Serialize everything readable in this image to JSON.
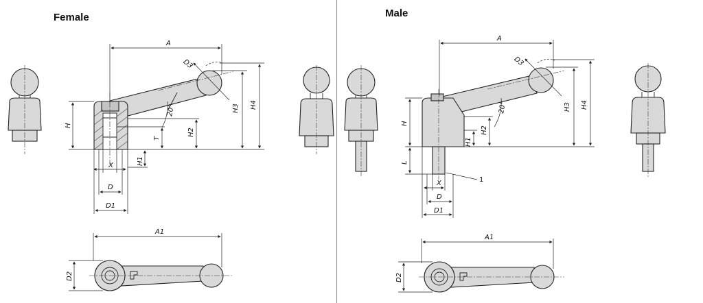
{
  "titles": {
    "female": "Female",
    "male": "Male"
  },
  "labels": {
    "A": "A",
    "A1": "A1",
    "D": "D",
    "D1": "D1",
    "D2": "D2",
    "D3": "D3",
    "H": "H",
    "H1": "H1",
    "H2": "H2",
    "H3": "H3",
    "H4": "H4",
    "T": "T",
    "X": "X",
    "L": "L",
    "angle": "20°",
    "callout": "1"
  }
}
